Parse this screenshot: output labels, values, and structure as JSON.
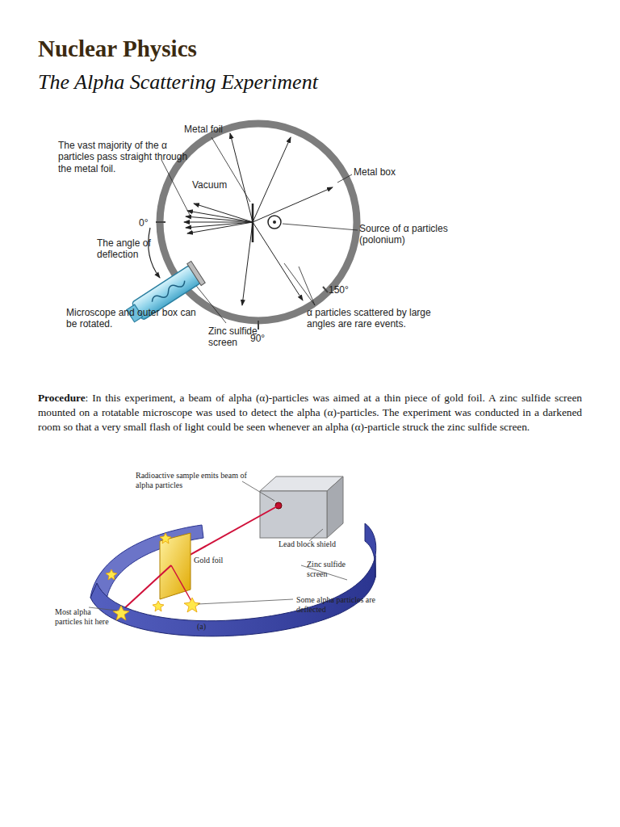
{
  "diagram": {
    "title": "Nuclear Physics",
    "labels": [
      "The Alpha Scattering Experiment",
      "Metal foil",
      "The vast majority of the α particles pass straight through the metal foil.",
      "Metal box",
      "Vacuum",
      "0°",
      "The angle of deflection",
      "Source of α particles (polonium)",
      "150°",
      "Microscope and outer box can be rotated.",
      "Zinc sulfide screen",
      "90°",
      "α particles scattered by large angles are rare events.",
      "Procedure",
      ": In this experiment, a beam of alpha (α)-particles was aimed at a thin piece of gold foil. A zinc sulfide screen mounted on a rotatable microscope was used to detect the alpha (α)-particles. The experiment was conducted in a darkened room so that a very small flash of light could be seen whenever an alpha (α)-particle struck the zinc sulfide screen.",
      "Radioactive sample emits beam of alpha particles",
      "Lead block shield",
      "Gold foil",
      "Zinc sulfide screen",
      "Most alpha particles hit here",
      "Some alpha particles are deflected",
      "(a)"
    ]
  }
}
